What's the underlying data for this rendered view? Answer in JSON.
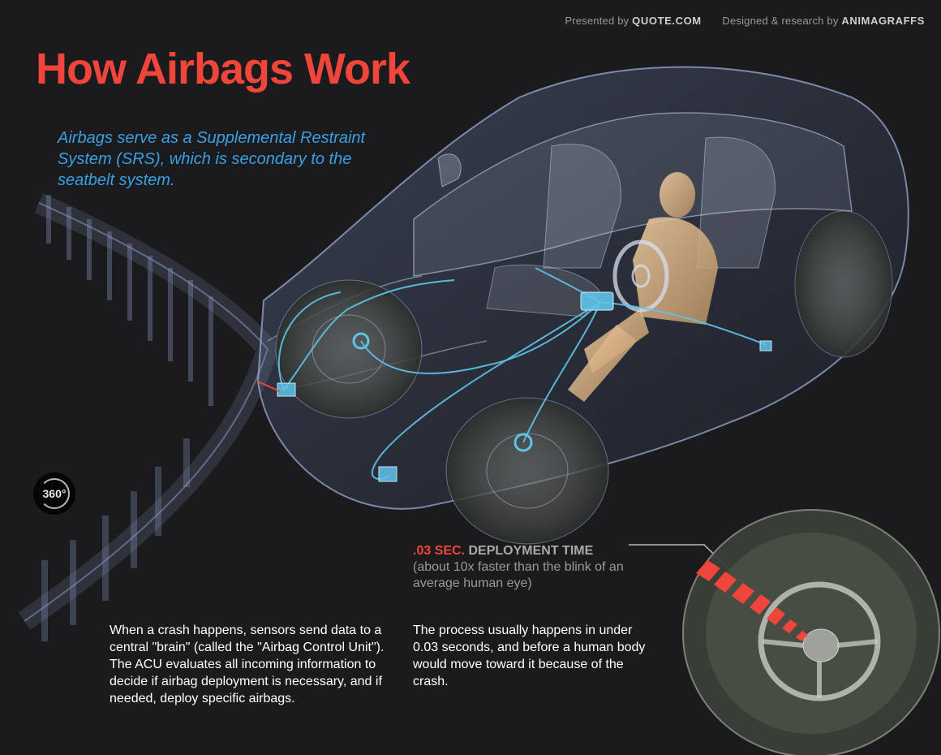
{
  "header": {
    "presented_by_label": "Presented by",
    "presented_by_brand": "QUOTE.COM",
    "designed_by_label": "Designed & research by",
    "designed_by_brand": "ANIMAGRAFFS"
  },
  "title": "How Airbags Work",
  "intro": "Airbags serve as a Supplemental Restraint System (SRS), which is secondary to the seatbelt system.",
  "controls": {
    "rotate_label": "360°"
  },
  "deployment": {
    "time": ".03 SEC.",
    "heading": "DEPLOYMENT TIME",
    "note": "(about 10x faster than the blink of an average human eye)"
  },
  "body": {
    "left": "When a crash happens, sensors send data to a central \"brain\" (called the \"Airbag Control Unit\"). The ACU evaluates all incoming information to decide if airbag deployment is necessary, and if needed, deploy specific airbags.",
    "right": "The process usually happens in under 0.03 seconds, and before a human body would move toward it because of the crash."
  },
  "colors": {
    "background": "#1b1b1d",
    "title": "#f0453a",
    "intro": "#3aa0e4",
    "wiring": "#5fc3ea",
    "highlight": "#f0453a"
  },
  "icons": [
    "rotate-360-icon",
    "airbag-sensor-icon",
    "airbag-control-unit-icon",
    "steering-wheel-airbag-icon"
  ]
}
